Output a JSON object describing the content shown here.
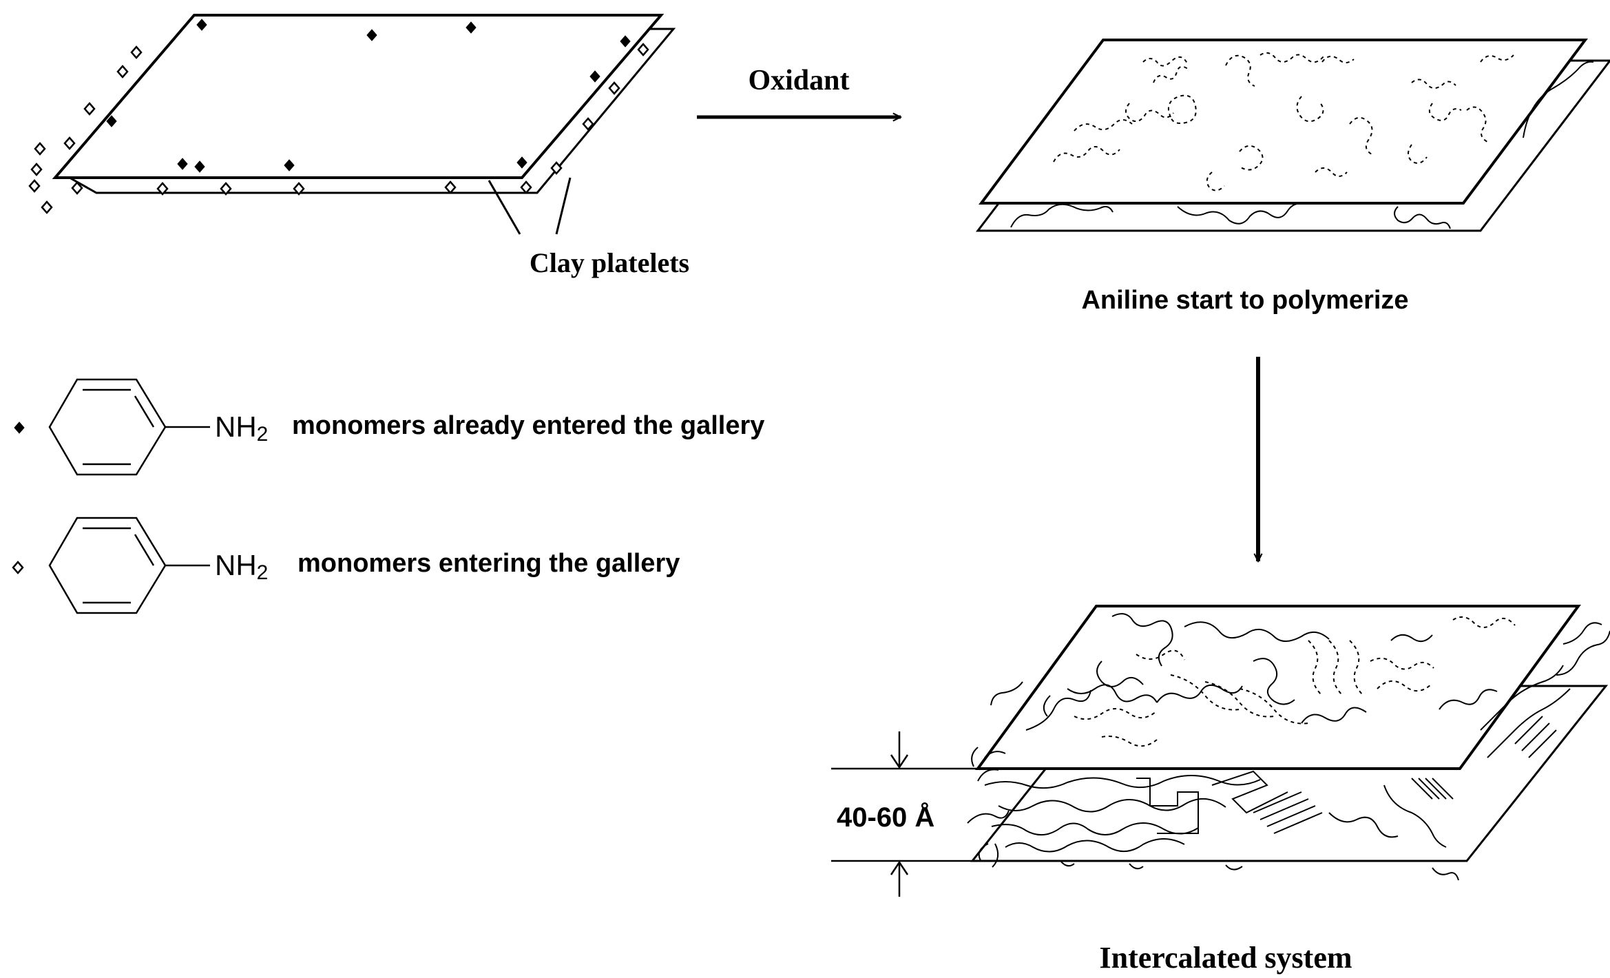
{
  "labels": {
    "clay_platelets": "Clay platelets",
    "oxidant": "Oxidant",
    "aniline_polymerize": "Aniline start to polymerize",
    "intercalated_system": "Intercalated system",
    "spacing": "40-60 Å"
  },
  "legend": [
    {
      "marker": "filled-diamond",
      "group": "NH",
      "subscript": "2",
      "text": "monomers already entered the gallery"
    },
    {
      "marker": "open-diamond",
      "group": "NH",
      "subscript": "2",
      "text": "monomers entering the gallery"
    }
  ],
  "colors": {
    "ink": "#000000",
    "background": "#ffffff"
  }
}
